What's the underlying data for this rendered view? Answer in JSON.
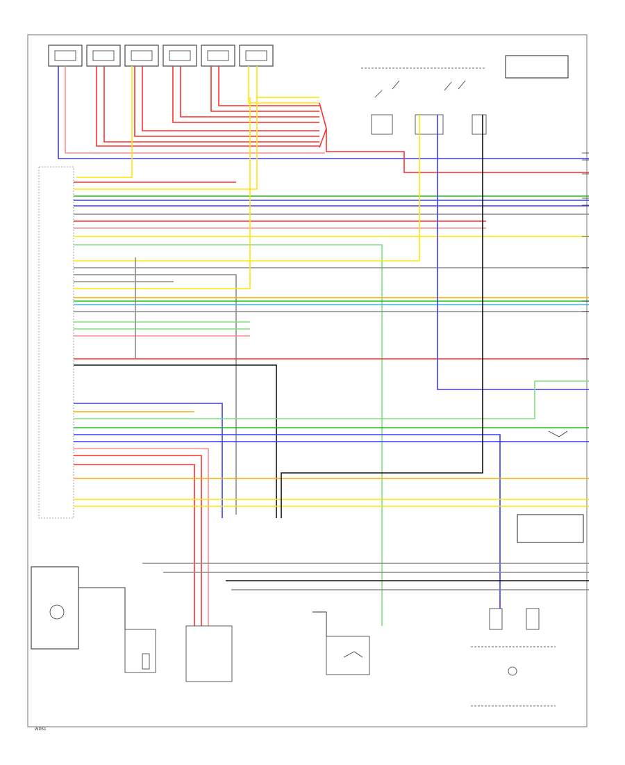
{
  "diagram": {
    "page_code": "",
    "bottom_left_code": "WD51",
    "page_ref": "",
    "top_label": "",
    "note_box": "",
    "sensors": [
      "",
      "",
      "",
      "",
      "",
      ""
    ],
    "pcm_label": "",
    "colors": {
      "red": "#ff2d2d",
      "pink": "#ff8c8c",
      "yellow": "#ffe600",
      "blue": "#3a3aff",
      "lightblue": "#3ab0ff",
      "green": "#19c219",
      "lightgreen": "#7fe07f",
      "gray": "#8a8a8a",
      "black": "#111111",
      "orange": "#ffa500",
      "purple": "#9a3aff"
    },
    "components": [
      {
        "id": "transmission-range-switch",
        "label": ""
      },
      {
        "id": "pressure-switch",
        "label": ""
      },
      {
        "id": "transmission-control-solenoid",
        "label": ""
      },
      {
        "id": "data-link-connector",
        "label": ""
      },
      {
        "id": "vehicle-speed-sensor",
        "label": ""
      },
      {
        "id": "fuel-pump-relay",
        "label": ""
      },
      {
        "id": "instrument-cluster",
        "label": ""
      }
    ]
  }
}
